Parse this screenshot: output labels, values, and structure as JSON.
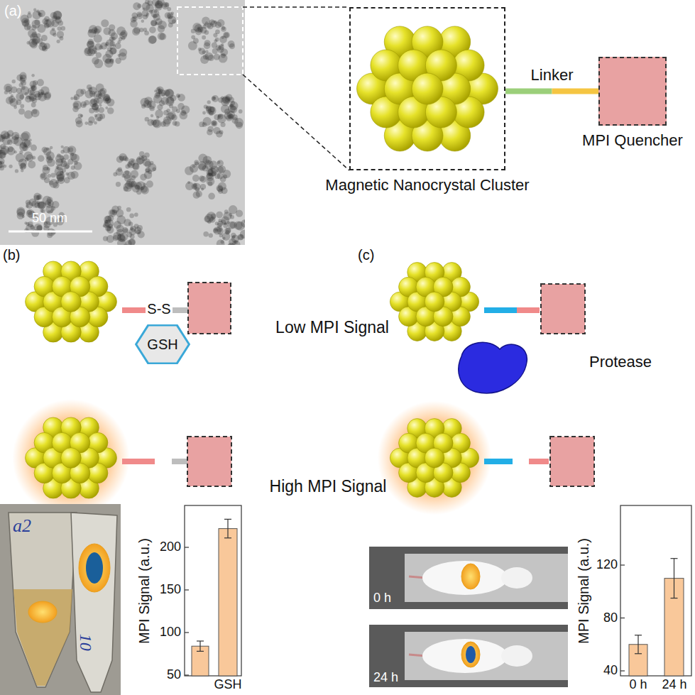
{
  "diagram": {
    "nodes": [
      {
        "text": [
          "Magnetic Nanocrystal Cluster"
        ]
      },
      {
        "text": [
          "MPI Quencher"
        ]
      },
      {
        "text": [
          "GSH"
        ]
      }
    ],
    "edges": [
      {
        "from": 0,
        "to": 1,
        "arrow": "none",
        "label": "Linker"
      }
    ],
    "labels": [
      "(a)",
      "50 nm",
      "(b)",
      "S-S",
      "Low MPI Signal",
      "High MPI Signal",
      "(c)",
      "Protease",
      "a2",
      "10",
      "MPI Signal (a.u.)",
      "50",
      "100",
      "150",
      "200",
      "GSH",
      "0 h",
      "24 h",
      "MPI Signal (a.u.)",
      "40",
      "80",
      "120",
      "0 h",
      "24 h"
    ]
  }
}
